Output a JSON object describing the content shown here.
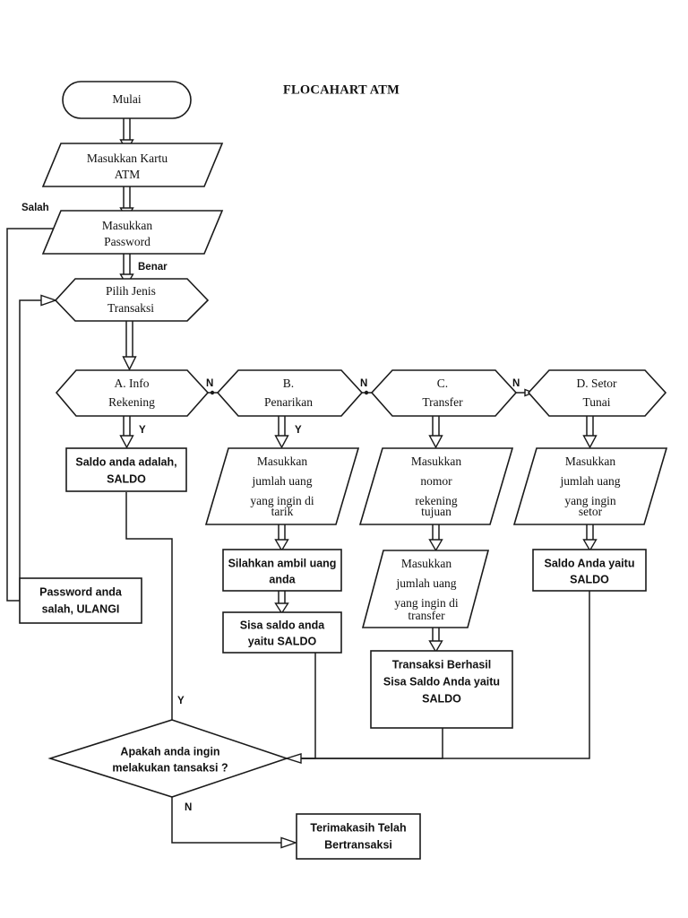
{
  "title": "FLOCAHART ATM",
  "colors": {
    "stroke": "#1a1a1a",
    "fill": "#ffffff",
    "text": "#111111",
    "background": "#ffffff"
  },
  "chart_data": {
    "type": "diagram",
    "title": "FLOCAHART ATM",
    "nodes": [
      {
        "id": "mulai",
        "shape": "terminator",
        "lines": [
          "Mulai"
        ]
      },
      {
        "id": "kartu",
        "shape": "parallelogram",
        "lines": [
          "Masukkan Kartu",
          "ATM"
        ]
      },
      {
        "id": "password",
        "shape": "parallelogram",
        "lines": [
          "Masukkan",
          "Password"
        ]
      },
      {
        "id": "pilih",
        "shape": "hexagon",
        "lines": [
          "Pilih Jenis",
          "Transaksi"
        ]
      },
      {
        "id": "optA",
        "shape": "hexagon",
        "lines": [
          "A. Info",
          "Rekening"
        ]
      },
      {
        "id": "optB",
        "shape": "hexagon",
        "lines": [
          "B.",
          "Penarikan"
        ]
      },
      {
        "id": "optC",
        "shape": "hexagon",
        "lines": [
          "C.",
          "Transfer"
        ]
      },
      {
        "id": "optD",
        "shape": "hexagon",
        "lines": [
          "D. Setor",
          "Tunai"
        ]
      },
      {
        "id": "saldoA",
        "shape": "rect",
        "lines": [
          "Saldo anda adalah,",
          "SALDO"
        ]
      },
      {
        "id": "tarikInput",
        "shape": "parallelogram",
        "lines": [
          "Masukkan",
          "jumlah uang",
          "yang ingin di",
          "tarik"
        ]
      },
      {
        "id": "rekTujuan",
        "shape": "parallelogram",
        "lines": [
          "Masukkan",
          "nomor",
          "rekening",
          "tujuan"
        ]
      },
      {
        "id": "setorInput",
        "shape": "parallelogram",
        "lines": [
          "Masukkan",
          "jumlah uang",
          "yang ingin",
          "setor"
        ]
      },
      {
        "id": "ambilUang",
        "shape": "rect",
        "lines": [
          "Silahkan ambil uang",
          "anda"
        ]
      },
      {
        "id": "transferJml",
        "shape": "parallelogram",
        "lines": [
          "Masukkan",
          "jumlah uang",
          "yang ingin di",
          "transfer"
        ]
      },
      {
        "id": "saldoSetor",
        "shape": "rect",
        "lines": [
          "Saldo Anda yaitu",
          "SALDO"
        ]
      },
      {
        "id": "sisaSaldo",
        "shape": "rect",
        "lines": [
          "Sisa saldo anda",
          "yaitu SALDO"
        ]
      },
      {
        "id": "berhasil",
        "shape": "rect",
        "lines": [
          "Transaksi Berhasil",
          "Sisa Saldo Anda yaitu",
          "SALDO"
        ]
      },
      {
        "id": "pwSalah",
        "shape": "rect",
        "lines": [
          "Password anda",
          "salah, ULANGI"
        ]
      },
      {
        "id": "lagi",
        "shape": "diamond",
        "lines": [
          "Apakah anda ingin",
          "melakukan tansaksi ?"
        ]
      },
      {
        "id": "terima",
        "shape": "rect",
        "lines": [
          "Terimakasih Telah",
          "Bertransaksi"
        ]
      }
    ],
    "edge_labels": [
      {
        "id": "salah",
        "text": "Salah"
      },
      {
        "id": "benar",
        "text": "Benar"
      },
      {
        "id": "n_a",
        "text": "N"
      },
      {
        "id": "n_b",
        "text": "N"
      },
      {
        "id": "n_c",
        "text": "N"
      },
      {
        "id": "y_a",
        "text": "Y"
      },
      {
        "id": "y_b",
        "text": "Y"
      },
      {
        "id": "y_loop",
        "text": "Y"
      },
      {
        "id": "n_end",
        "text": "N"
      }
    ],
    "edges": [
      {
        "from": "mulai",
        "to": "kartu",
        "label": ""
      },
      {
        "from": "kartu",
        "to": "password",
        "label": ""
      },
      {
        "from": "password",
        "to": "pilih",
        "label": "Benar"
      },
      {
        "from": "password",
        "to": "pwSalah",
        "label": "Salah"
      },
      {
        "from": "pwSalah",
        "to": "pilih",
        "label": ""
      },
      {
        "from": "pilih",
        "to": "optA",
        "label": ""
      },
      {
        "from": "optA",
        "to": "optB",
        "label": "N"
      },
      {
        "from": "optB",
        "to": "optC",
        "label": "N"
      },
      {
        "from": "optC",
        "to": "optD",
        "label": "N"
      },
      {
        "from": "optA",
        "to": "saldoA",
        "label": "Y"
      },
      {
        "from": "optB",
        "to": "tarikInput",
        "label": "Y"
      },
      {
        "from": "optC",
        "to": "rekTujuan",
        "label": ""
      },
      {
        "from": "optD",
        "to": "setorInput",
        "label": ""
      },
      {
        "from": "tarikInput",
        "to": "ambilUang",
        "label": ""
      },
      {
        "from": "ambilUang",
        "to": "sisaSaldo",
        "label": ""
      },
      {
        "from": "rekTujuan",
        "to": "transferJml",
        "label": ""
      },
      {
        "from": "transferJml",
        "to": "berhasil",
        "label": ""
      },
      {
        "from": "setorInput",
        "to": "saldoSetor",
        "label": ""
      },
      {
        "from": "saldoA",
        "to": "lagi",
        "label": "Y"
      },
      {
        "from": "sisaSaldo",
        "to": "lagi",
        "label": ""
      },
      {
        "from": "berhasil",
        "to": "lagi",
        "label": ""
      },
      {
        "from": "saldoSetor",
        "to": "lagi",
        "label": ""
      },
      {
        "from": "lagi",
        "to": "terima",
        "label": "N"
      }
    ]
  }
}
